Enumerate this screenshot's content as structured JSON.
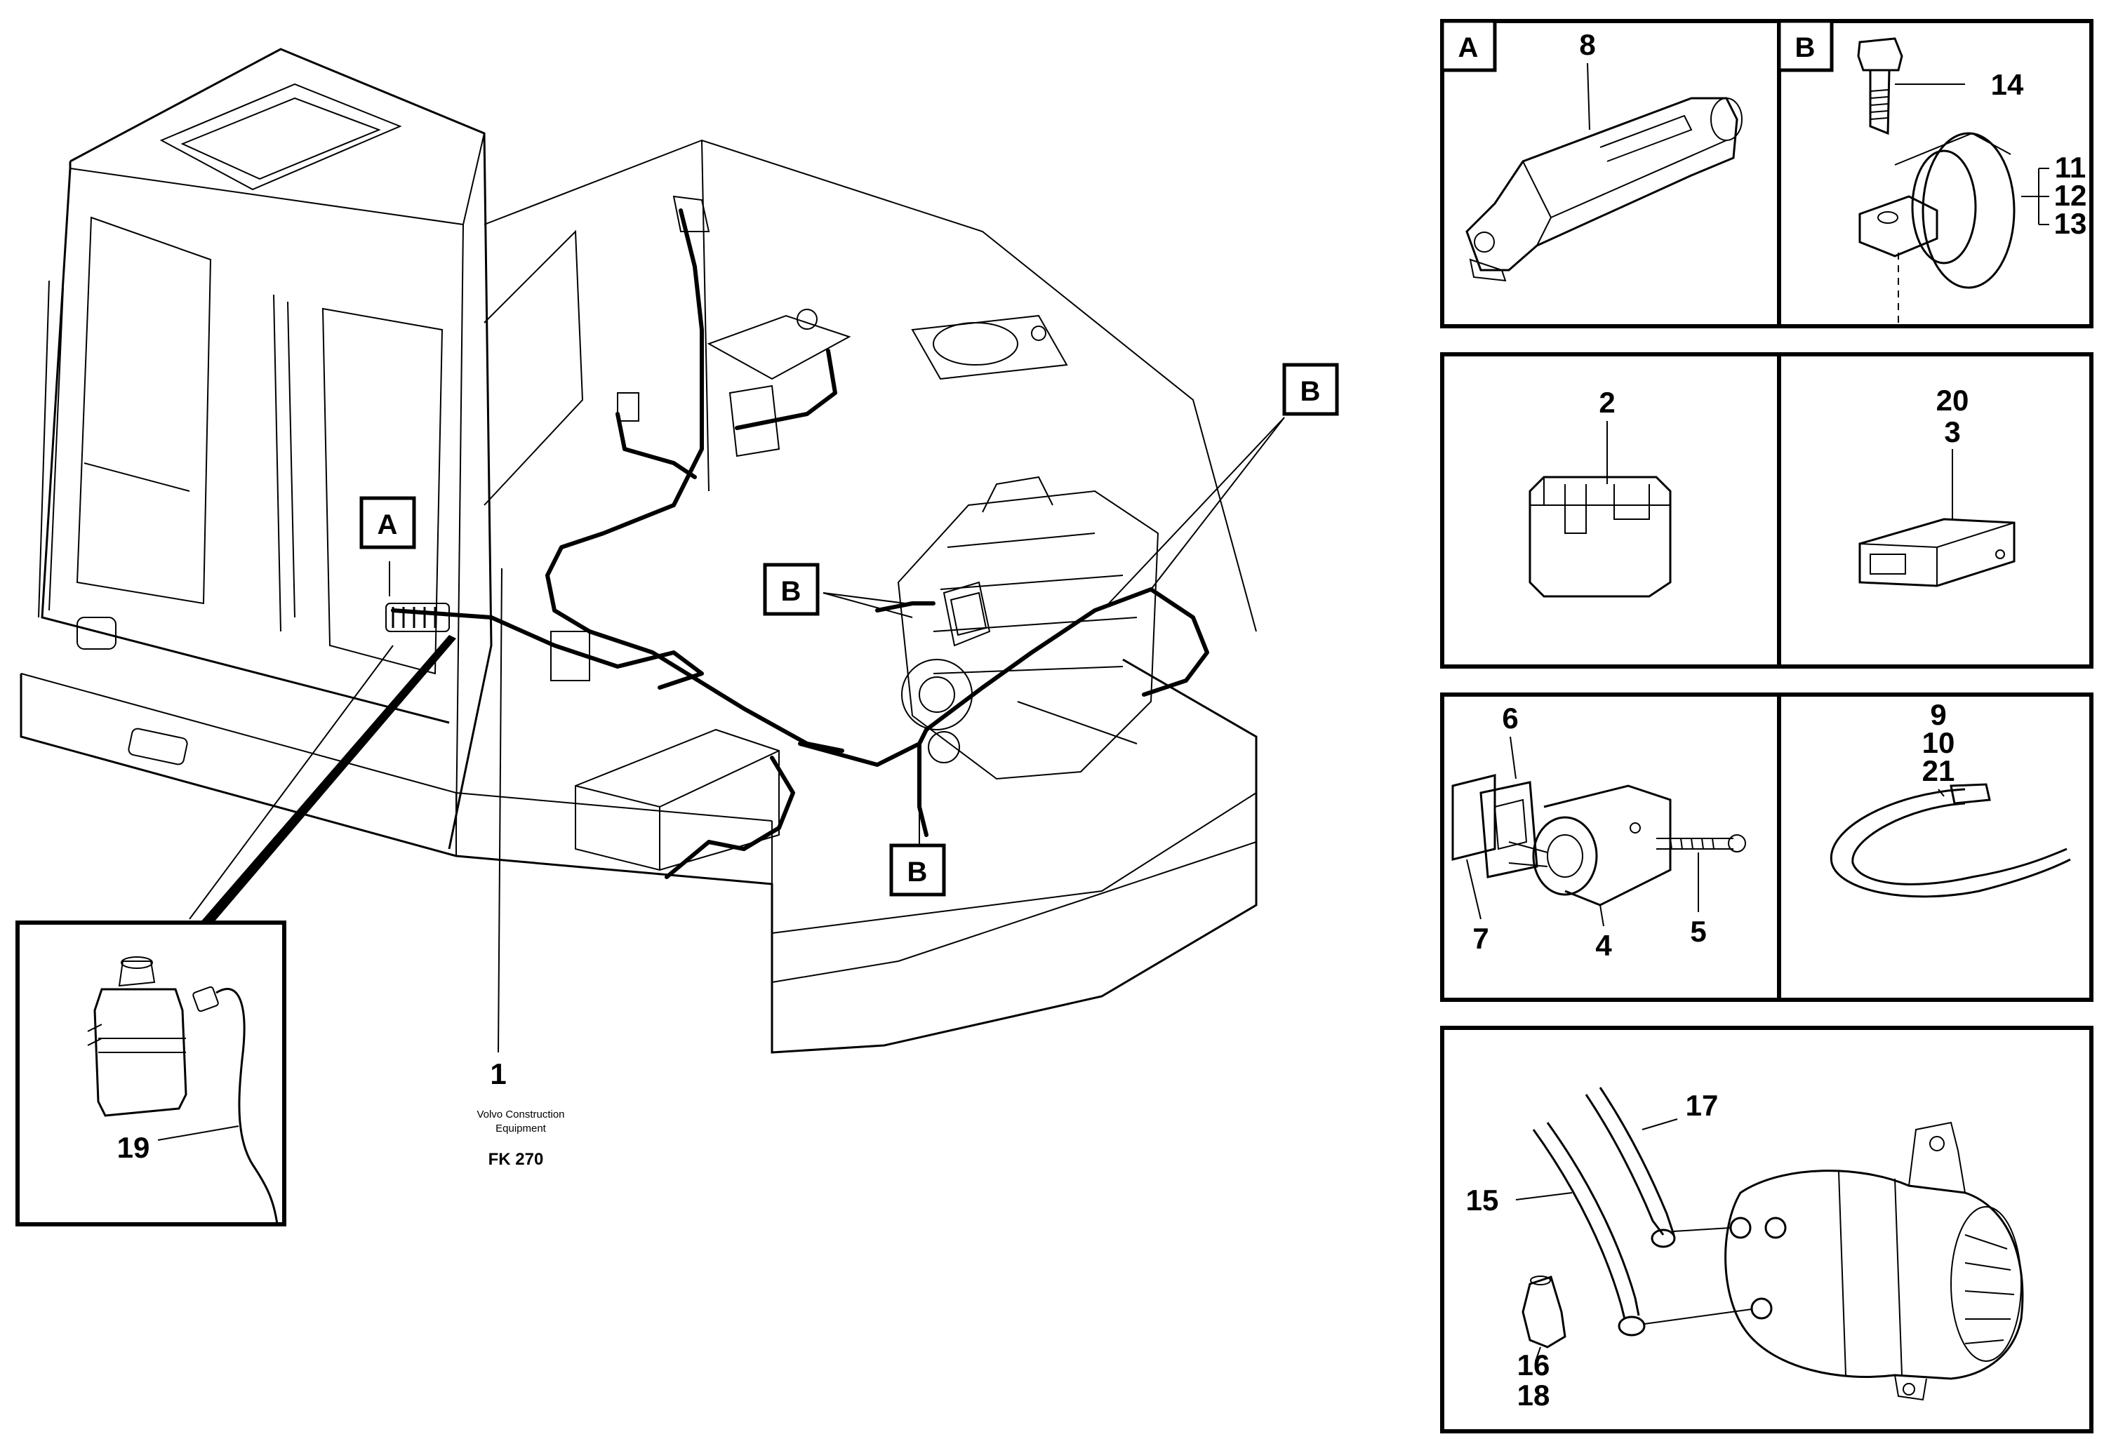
{
  "diagram": {
    "caption": [
      "Volvo Construction",
      "Equipment"
    ],
    "figure_code": "FK 270"
  },
  "overview": {
    "callout_A": "A",
    "callout_B_top": "B",
    "callout_B_mid": "B",
    "callout_B_bottom": "B",
    "label_1": "1",
    "inset_label_19": "19"
  },
  "panels": {
    "detail_A": {
      "tag": "A",
      "labels": [
        "8"
      ]
    },
    "detail_B": {
      "tag": "B",
      "labels": [
        "14",
        "11",
        "12",
        "13"
      ]
    },
    "relay": {
      "labels": [
        "2"
      ]
    },
    "connector": {
      "labels": [
        "20",
        "3"
      ]
    },
    "switch": {
      "labels": [
        "6",
        "7",
        "4",
        "5"
      ]
    },
    "cable_tie": {
      "labels": [
        "9",
        "10",
        "21"
      ]
    },
    "alternator": {
      "labels": [
        "17",
        "15",
        "16",
        "18"
      ]
    }
  }
}
